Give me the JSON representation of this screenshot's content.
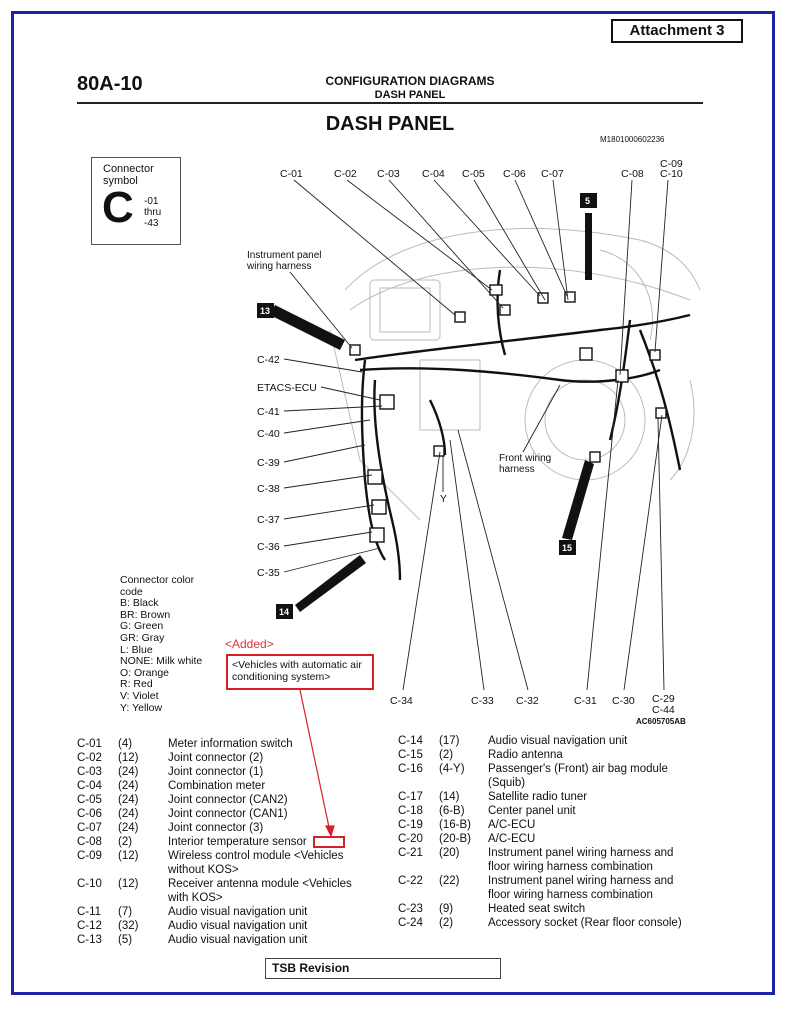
{
  "attachment": "Attachment 3",
  "header": {
    "page_number": "80A-10",
    "section": "CONFIGURATION DIAGRAMS",
    "subsection": "DASH PANEL",
    "title": "DASH PANEL",
    "doc_id": "M1801000602236"
  },
  "connector_symbol": {
    "label_line1": "Connector",
    "label_line2": "symbol",
    "letter": "C",
    "range_line1": "-01",
    "range_line2": "thru",
    "range_line3": "-43"
  },
  "diagram": {
    "top_labels": [
      "C-01",
      "C-02",
      "C-03",
      "C-04",
      "C-05",
      "C-06",
      "C-07",
      "C-08",
      "C-09",
      "C-10"
    ],
    "left_labels": [
      "C-42",
      "ETACS-ECU",
      "C-41",
      "C-40",
      "C-39",
      "C-38",
      "C-37",
      "C-36",
      "C-35"
    ],
    "bottom_labels": [
      "C-34",
      "C-33",
      "C-32",
      "C-31",
      "C-30",
      "C-29",
      "C-44"
    ],
    "harness_ip_line1": "Instrument panel",
    "harness_ip_line2": "wiring harness",
    "harness_front_line1": "Front wiring",
    "harness_front_line2": "harness",
    "y_mark": "Y",
    "view_markers": [
      "13",
      "5",
      "14",
      "15"
    ],
    "figure_id": "AC605705AB"
  },
  "color_code": {
    "title_line1": "Connector color",
    "title_line2": "code",
    "items": [
      "B: Black",
      "BR: Brown",
      "G: Green",
      "GR: Gray",
      "L: Blue",
      "NONE: Milk white",
      "O: Orange",
      "R: Red",
      "V: Violet",
      "Y: Yellow"
    ]
  },
  "annotation": {
    "added": "<Added>",
    "box_line1": "<Vehicles with automatic air",
    "box_line2": "conditioning system>"
  },
  "connectors_left": [
    {
      "id": "C-01",
      "pins": "(4)",
      "name": "Meter information switch"
    },
    {
      "id": "C-02",
      "pins": "(12)",
      "name": "Joint connector (2)"
    },
    {
      "id": "C-03",
      "pins": "(24)",
      "name": "Joint connector (1)"
    },
    {
      "id": "C-04",
      "pins": "(24)",
      "name": "Combination meter"
    },
    {
      "id": "C-05",
      "pins": "(24)",
      "name": "Joint connector (CAN2)"
    },
    {
      "id": "C-06",
      "pins": "(24)",
      "name": "Joint connector (CAN1)"
    },
    {
      "id": "C-07",
      "pins": "(24)",
      "name": "Joint connector (3)"
    },
    {
      "id": "C-08",
      "pins": "(2)",
      "name": "Interior temperature sensor"
    },
    {
      "id": "C-09",
      "pins": "(12)",
      "name": "Wireless control module <Vehicles without KOS>"
    },
    {
      "id": "C-10",
      "pins": "(12)",
      "name": "Receiver antenna module <Vehicles with KOS>"
    },
    {
      "id": "C-11",
      "pins": "(7)",
      "name": "Audio visual navigation unit"
    },
    {
      "id": "C-12",
      "pins": "(32)",
      "name": "Audio visual navigation unit"
    },
    {
      "id": "C-13",
      "pins": "(5)",
      "name": "Audio visual navigation unit"
    }
  ],
  "connectors_right": [
    {
      "id": "C-14",
      "pins": "(17)",
      "name": "Audio visual navigation unit"
    },
    {
      "id": "C-15",
      "pins": "(2)",
      "name": "Radio antenna"
    },
    {
      "id": "C-16",
      "pins": "(4-Y)",
      "name": "Passenger's (Front) air bag module (Squib)"
    },
    {
      "id": "C-17",
      "pins": "(14)",
      "name": "Satellite radio tuner"
    },
    {
      "id": "C-18",
      "pins": "(6-B)",
      "name": "Center panel unit"
    },
    {
      "id": "C-19",
      "pins": "(16-B)",
      "name": "A/C-ECU"
    },
    {
      "id": "C-20",
      "pins": "(20-B)",
      "name": "A/C-ECU"
    },
    {
      "id": "C-21",
      "pins": "(20)",
      "name": "Instrument panel wiring harness and floor wiring harness combination"
    },
    {
      "id": "C-22",
      "pins": "(22)",
      "name": "Instrument panel wiring harness and floor wiring harness combination"
    },
    {
      "id": "C-23",
      "pins": "(9)",
      "name": "Heated seat switch"
    },
    {
      "id": "C-24",
      "pins": "(2)",
      "name": "Accessory socket (Rear floor console)"
    }
  ],
  "footer": {
    "tsb": "TSB Revision"
  },
  "colors": {
    "frame": "#1f22a8",
    "annotation_red": "#d8202b"
  }
}
